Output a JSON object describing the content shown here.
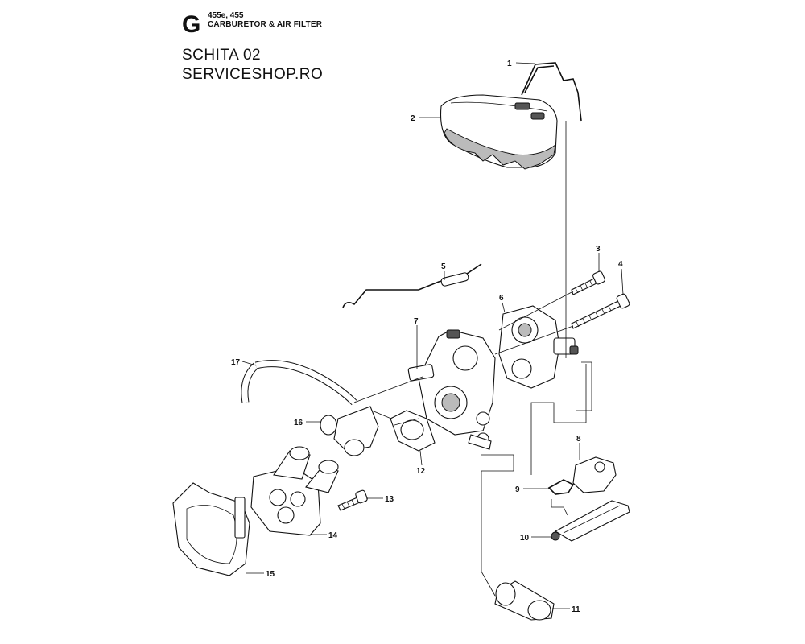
{
  "header": {
    "section_letter": "G",
    "model": "455e, 455",
    "title": "CARBURETOR & AIR FILTER",
    "line1": "SCHITA 02",
    "line2": "SERVICESHOP.RO"
  },
  "parts": [
    {
      "number": "1"
    },
    {
      "number": "2"
    },
    {
      "number": "3"
    },
    {
      "number": "4"
    },
    {
      "number": "5"
    },
    {
      "number": "6"
    },
    {
      "number": "7"
    },
    {
      "number": "8"
    },
    {
      "number": "9"
    },
    {
      "number": "10"
    },
    {
      "number": "11"
    },
    {
      "number": "12"
    },
    {
      "number": "13"
    },
    {
      "number": "14"
    },
    {
      "number": "15"
    },
    {
      "number": "16"
    },
    {
      "number": "17"
    }
  ]
}
